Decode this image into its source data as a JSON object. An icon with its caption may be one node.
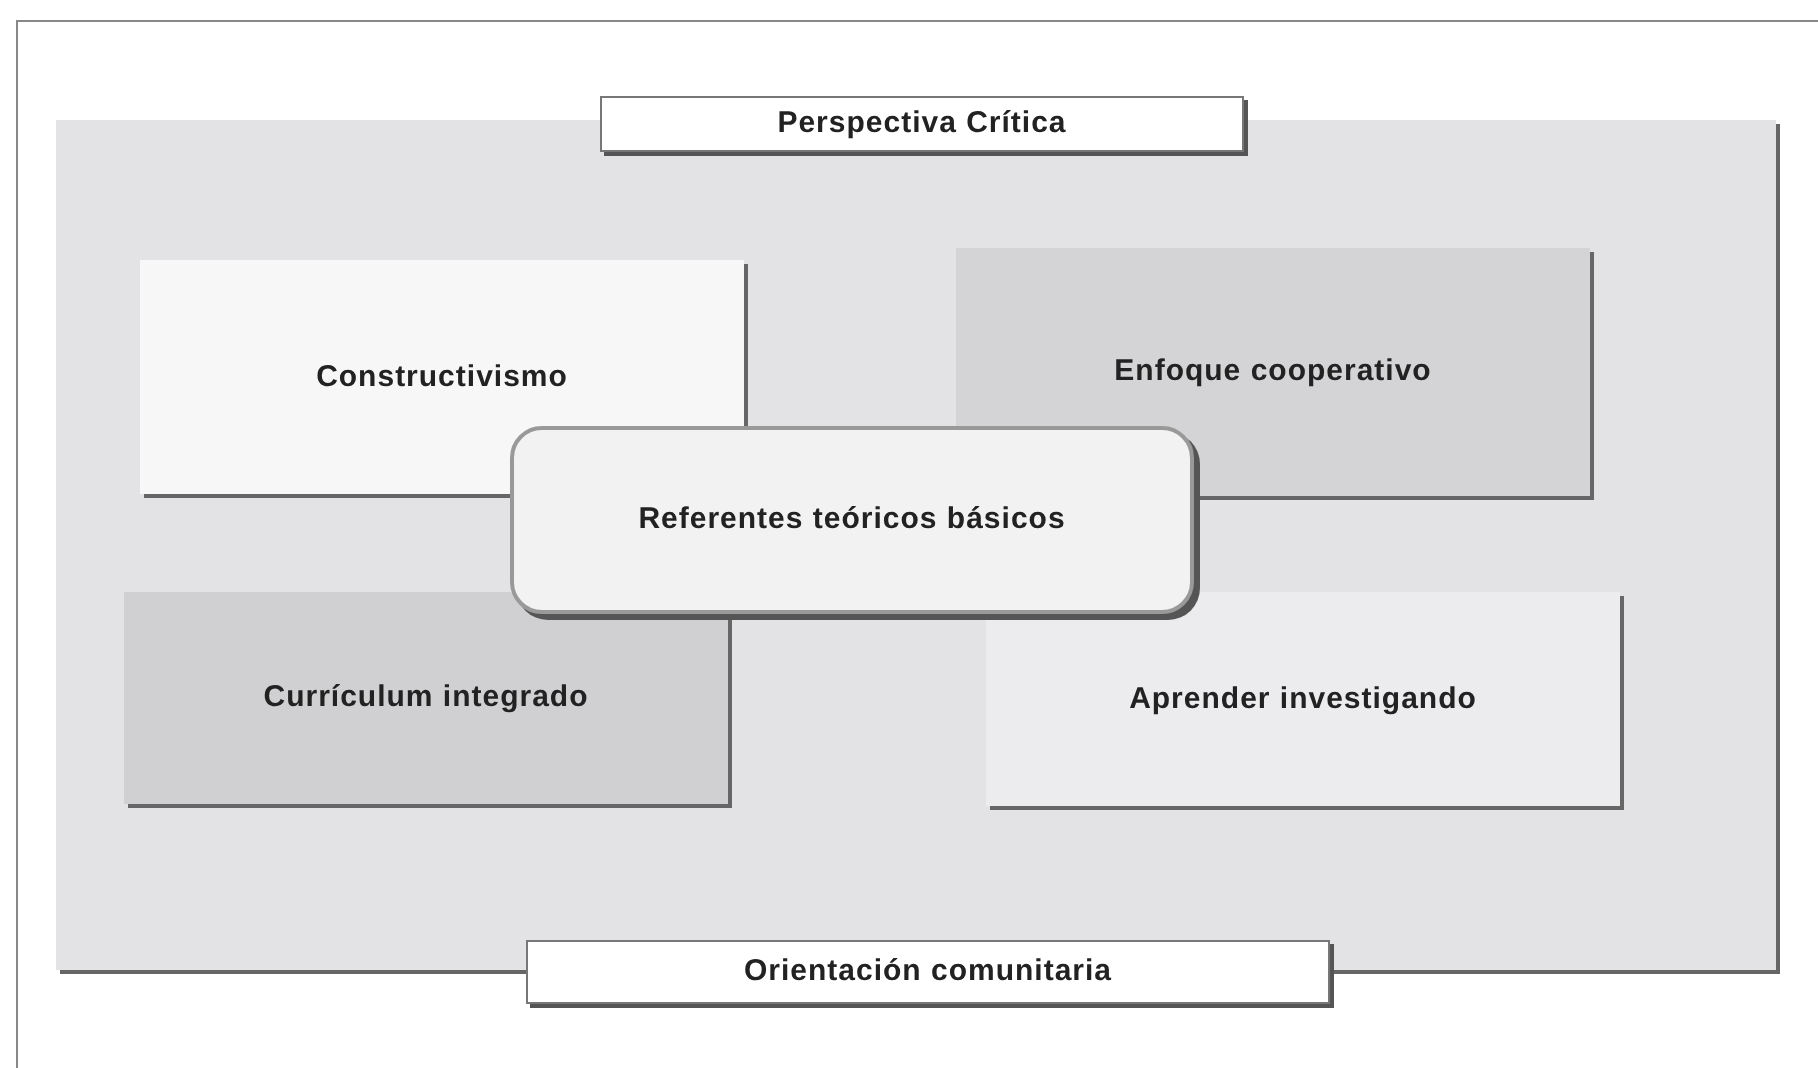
{
  "diagram": {
    "nodes": [
      {
        "text": [
          "Perspectiva Crítica"
        ]
      },
      {
        "text": [
          "Constructivismo"
        ]
      },
      {
        "text": [
          "Enfoque cooperativo"
        ]
      },
      {
        "text": [
          "Referentes teóricos básicos"
        ]
      },
      {
        "text": [
          "Currículum integrado"
        ]
      },
      {
        "text": [
          "Aprender investigando"
        ]
      },
      {
        "text": [
          "Orientación comunitaria"
        ]
      }
    ]
  }
}
